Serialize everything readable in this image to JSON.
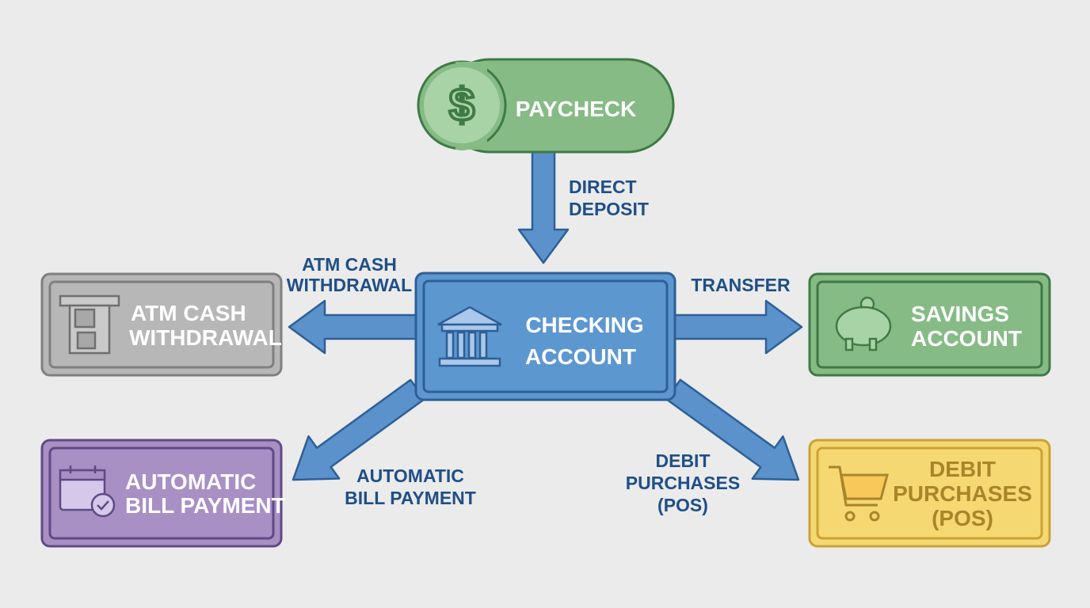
{
  "colors": {
    "background": "#ebebeb",
    "arrow": "#5b92cb",
    "arrow_stroke": "#2e5f96",
    "label": "#1f4f86",
    "paycheck": "#86bb86",
    "checking": "#5d97d0",
    "atm": "#b7b7b7",
    "savings": "#86bb86",
    "bill": "#a88fc4",
    "debit": "#f6d873"
  },
  "nodes": {
    "paycheck": {
      "title": "PAYCHECK",
      "icon": "dollar-icon"
    },
    "checking": {
      "line1": "CHECKING",
      "line2": "ACCOUNT",
      "icon": "bank-icon"
    },
    "atm": {
      "line1": "ATM CASH",
      "line2": "WITHDRAWAL",
      "icon": "atm-icon"
    },
    "savings": {
      "line1": "SAVINGS",
      "line2": "ACCOUNT",
      "icon": "piggy-bank-icon"
    },
    "bill": {
      "line1": "AUTOMATIC",
      "line2": "BILL PAYMENT",
      "icon": "calendar-check-icon"
    },
    "debit": {
      "line1": "DEBIT",
      "line2": "PURCHASES",
      "line3": "(POS)",
      "icon": "shopping-cart-icon"
    }
  },
  "edges": {
    "direct_deposit": {
      "line1": "DIRECT",
      "line2": "DEPOSIT"
    },
    "atm": {
      "line1": "ATM CASH",
      "line2": "WITHDRAWAL"
    },
    "transfer": {
      "line1": "TRANSFER"
    },
    "bill": {
      "line1": "AUTOMATIC",
      "line2": "BILL PAYMENT"
    },
    "debit": {
      "line1": "DEBIT",
      "line2": "PURCHASES",
      "line3": "(POS)"
    }
  }
}
